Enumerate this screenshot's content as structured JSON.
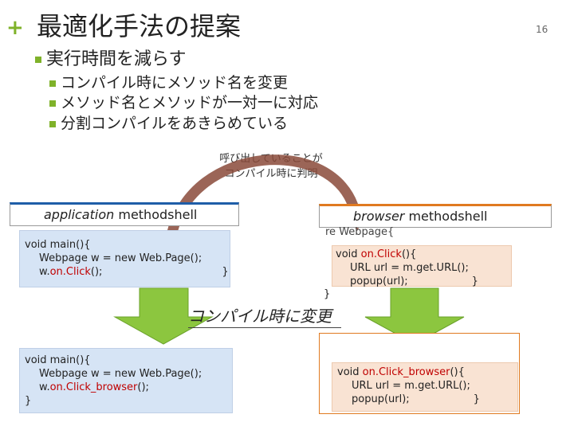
{
  "slide": {
    "plus": "+",
    "title": "最適化手法の提案",
    "page_number": "16",
    "bullet_l1": "実行時間を減らす",
    "bullets_l2": [
      "コンパイル時にメソッド名を変更",
      "メソッド名とメソッドが一対一に対応",
      "分割コンパイルをあきらめている"
    ],
    "callout": [
      "呼び出していることが",
      "コンパイル時に判明"
    ],
    "center_label": "コンパイル時に変更"
  },
  "app": {
    "header_italic": "application",
    "header_rest": " methodshell",
    "code_before": [
      "void main(){",
      "Webpage w = new Web.Page();",
      "w.",
      "on.Click",
      "();",
      "}"
    ],
    "code_after": [
      "void main(){",
      "Webpage w = new Web.Page();",
      "w.",
      "on.Click_browser",
      "();",
      "}"
    ]
  },
  "browser": {
    "header_italic": "browser",
    "header_rest": " methodshell",
    "partial_line": "re        Webpage{",
    "code_before": [
      "void ",
      "on.Click",
      "(){",
      "URL url = m.get.URL();",
      "popup(url);",
      "}",
      "}"
    ],
    "code_after": [
      "void ",
      "on.Click_browser",
      "(){",
      "URL url = m.get.URL();",
      "popup(url);",
      "}"
    ]
  },
  "colors": {
    "accent_green": "#7fb22a",
    "app_blue": "#1f5ea8",
    "browser_orange": "#e07a20",
    "code_red": "#c00000"
  }
}
